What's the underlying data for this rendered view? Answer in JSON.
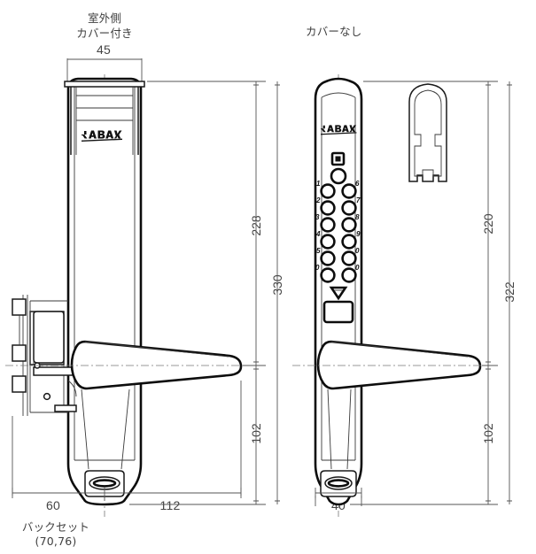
{
  "drawing": {
    "title_left_line1": "室外側",
    "title_left_line2": "カバー付き",
    "title_right": "カバーなし",
    "brand_logo_text": "Kaba",
    "units_note": ""
  },
  "left_view": {
    "width_dim": "45",
    "upper_height_dim": "228",
    "lower_height_dim": "102",
    "total_height_dim": "330",
    "backset_dim": "60",
    "face_dim": "112",
    "backset_label": "バックセット",
    "backset_options": "(70,76)"
  },
  "right_view": {
    "width_dim": "40",
    "upper_height_dim": "220",
    "lower_height_dim": "102",
    "total_height_dim": "322"
  },
  "keypad": {
    "left_column": [
      "1",
      "2",
      "3",
      "4",
      "5",
      "0"
    ],
    "right_column": [
      "6",
      "7",
      "8",
      "9",
      "0",
      "0"
    ],
    "indicator_icon": "led-square-icon",
    "round_button_icon": "round-button-icon",
    "arrow_icon": "down-triangle-icon",
    "enter_button_icon": "rect-button-icon"
  },
  "colors": {
    "outline": "#0d0d0d",
    "dimension": "#555555",
    "centerline": "#777777",
    "text": "#3f3f3f",
    "background": "#ffffff"
  }
}
